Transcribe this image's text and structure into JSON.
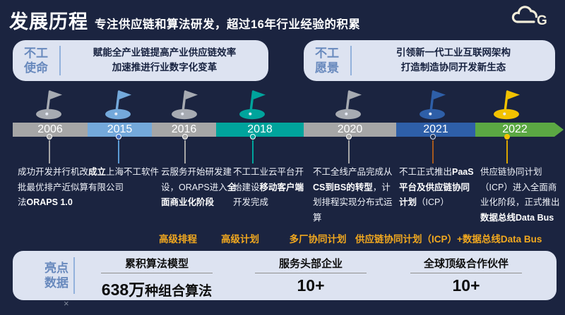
{
  "theme": {
    "background": "#1b2440",
    "panel": "#dde3f1",
    "accent_blue": "#6889bd",
    "gold": "#f1a81f",
    "logo_color": "#f2edda"
  },
  "header": {
    "title": "发展历程",
    "subtitle": "专注供应链和算法研发，超过16年行业经验的积累",
    "logo_letter": "G"
  },
  "mission": {
    "label": "不工\n使命",
    "line1": "赋能全产业链提高产业供应链效率",
    "line2": "加速推进行业数字化变革"
  },
  "vision": {
    "label": "不工\n愿景",
    "line1": "引领新一代工业互联网架构",
    "line2": "打造制造协同开发新生态"
  },
  "timeline": {
    "milestones": [
      {
        "year": "2006",
        "segment_color": "#a6a6a6",
        "flag_color": "#a7abb2",
        "line_color": "#a6a6a6",
        "dot_color": "#a6a6a6",
        "ring_color": "#ffffff",
        "desc": [
          {
            "t": "成功开发并行机改批最优排产近似算法",
            "b": false
          },
          {
            "t": "ORAPS 1.0",
            "b": true
          }
        ]
      },
      {
        "year": "2015",
        "segment_color": "#74a9db",
        "flag_color": "#74a9db",
        "line_color": "#5b9bd5",
        "dot_color": "#4472c4",
        "ring_color": "#ffffff",
        "desc": [
          {
            "t": "成立",
            "b": true
          },
          {
            "t": "上海不工软件有限公司",
            "b": false
          }
        ]
      },
      {
        "year": "2016",
        "segment_color": "#a6a6a6",
        "flag_color": "#a7abb2",
        "line_color": "#a6a6a6",
        "dot_color": "#a6a6a6",
        "ring_color": "#ffffff",
        "desc": [
          {
            "t": "云服务开始研发建设，ORAPS进入",
            "b": false
          },
          {
            "t": "全面商业化阶段",
            "b": true
          }
        ]
      },
      {
        "year": "2018",
        "segment_color": "#00a49c",
        "flag_color": "#00a49c",
        "line_color": "#00a49c",
        "dot_color": "#00a49c",
        "ring_color": "#ffffff",
        "desc": [
          {
            "t": "不工工业云平台开始建设",
            "b": false
          },
          {
            "t": "移动客户端",
            "b": true
          },
          {
            "t": "开发完成",
            "b": false
          }
        ]
      },
      {
        "year": "2020",
        "segment_color": "#a6a6a6",
        "flag_color": "#a7abb2",
        "line_color": "#a6a6a6",
        "dot_color": "#a6a6a6",
        "ring_color": "#ffffff",
        "desc": [
          {
            "t": "不工全线产品完成从",
            "b": false
          },
          {
            "t": "CS到BS的转型",
            "b": true
          },
          {
            "t": "，计划排程实现分布式运算",
            "b": false
          }
        ]
      },
      {
        "year": "2021",
        "segment_color": "#2e5fa8",
        "flag_color": "#2e5fa8",
        "line_color": "#a4581e",
        "dot_color": "#1f3357",
        "ring_color": "#dce2f0",
        "desc": [
          {
            "t": "不工正式推出",
            "b": false
          },
          {
            "t": "PaaS平台及供应链协同计划",
            "b": true
          },
          {
            "t": "（ICP）",
            "b": false
          }
        ]
      },
      {
        "year": "2022",
        "segment_color": "#5ba843",
        "flag_color": "#f2c200",
        "line_color": "#d9a400",
        "dot_color": "#f2c200",
        "ring_color": "#f2c200",
        "desc": [
          {
            "t": "供应链协同计划（ICP）进入全面商业化阶段，正式推出",
            "b": false
          },
          {
            "t": "数据总线Data Bus",
            "b": true
          }
        ]
      }
    ],
    "tags": [
      {
        "label": "高级排程"
      },
      {
        "label": "高级计划"
      },
      {
        "label": "多厂协同计划"
      },
      {
        "label": "供应链协同计划（ICP）+数据总线Data Bus"
      }
    ]
  },
  "highlights": {
    "label": "亮点\n数据",
    "stats": [
      {
        "title": "累积算法模型",
        "value_strong": "638万",
        "value_rest": "种组合算法"
      },
      {
        "title": "服务头部企业",
        "value_strong": "10+",
        "value_rest": ""
      },
      {
        "title": "全球顶级合作伙伴",
        "value_strong": "10+",
        "value_rest": ""
      }
    ]
  },
  "watermark": "×"
}
